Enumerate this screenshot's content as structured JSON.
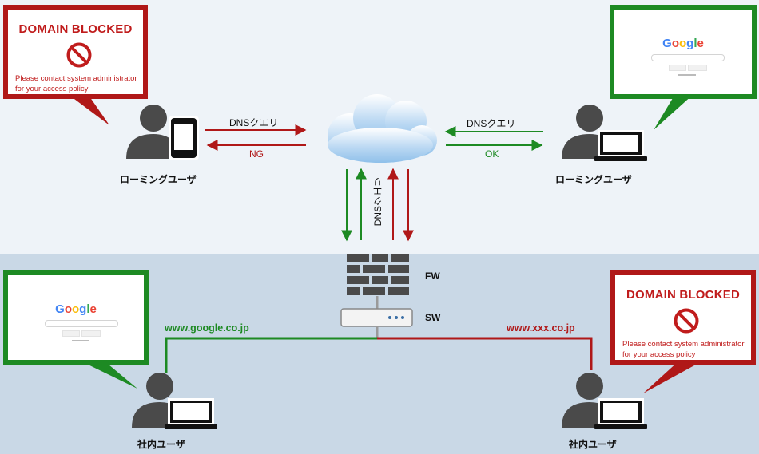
{
  "roaming_left": {
    "bubble": {
      "title": "DOMAIN BLOCKED",
      "message_line1": "Please contact system administrator",
      "message_line2": "for your access policy"
    },
    "user_label": "ローミングユーザ",
    "query_label": "DNSクエリ",
    "response_label": "NG"
  },
  "roaming_right": {
    "bubble": {
      "logo": "Google"
    },
    "user_label": "ローミングユーザ",
    "query_label": "DNSクエリ",
    "response_label": "OK"
  },
  "cloud_link": {
    "query_label": "DNSクエリ"
  },
  "devices": {
    "fw_label": "FW",
    "sw_label": "SW"
  },
  "internal_left": {
    "bubble": {
      "logo": "Google"
    },
    "url": "www.google.co.jp",
    "user_label": "社内ユーザ"
  },
  "internal_right": {
    "bubble": {
      "title": "DOMAIN BLOCKED",
      "message_line1": "Please contact system administrator",
      "message_line2": "for your access policy"
    },
    "url": "www.xxx.co.jp",
    "user_label": "社内ユーザ"
  },
  "colors": {
    "block_red": "#b01818",
    "allow_green": "#1d8a23",
    "icon_gray": "#4a4a4a"
  },
  "google_letter_colors": [
    "#4285f4",
    "#ea4335",
    "#fbbc05",
    "#4285f4",
    "#34a853",
    "#ea4335"
  ]
}
